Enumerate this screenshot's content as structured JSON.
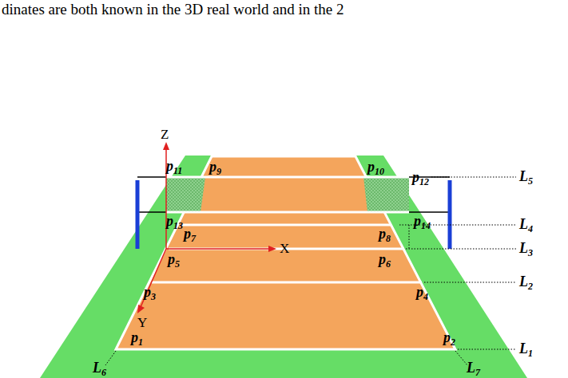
{
  "diagram": {
    "labels": [
      "dinates are both known in the 3D real world and in the 2",
      "Z",
      "X",
      "Y",
      "p11",
      "p9",
      "p10",
      "p12",
      "p13",
      "p14",
      "p7",
      "p8",
      "p5",
      "p6",
      "p3",
      "p4",
      "p1",
      "p2",
      "L5",
      "L4",
      "L3",
      "L2",
      "L1",
      "L6",
      "L7"
    ]
  }
}
